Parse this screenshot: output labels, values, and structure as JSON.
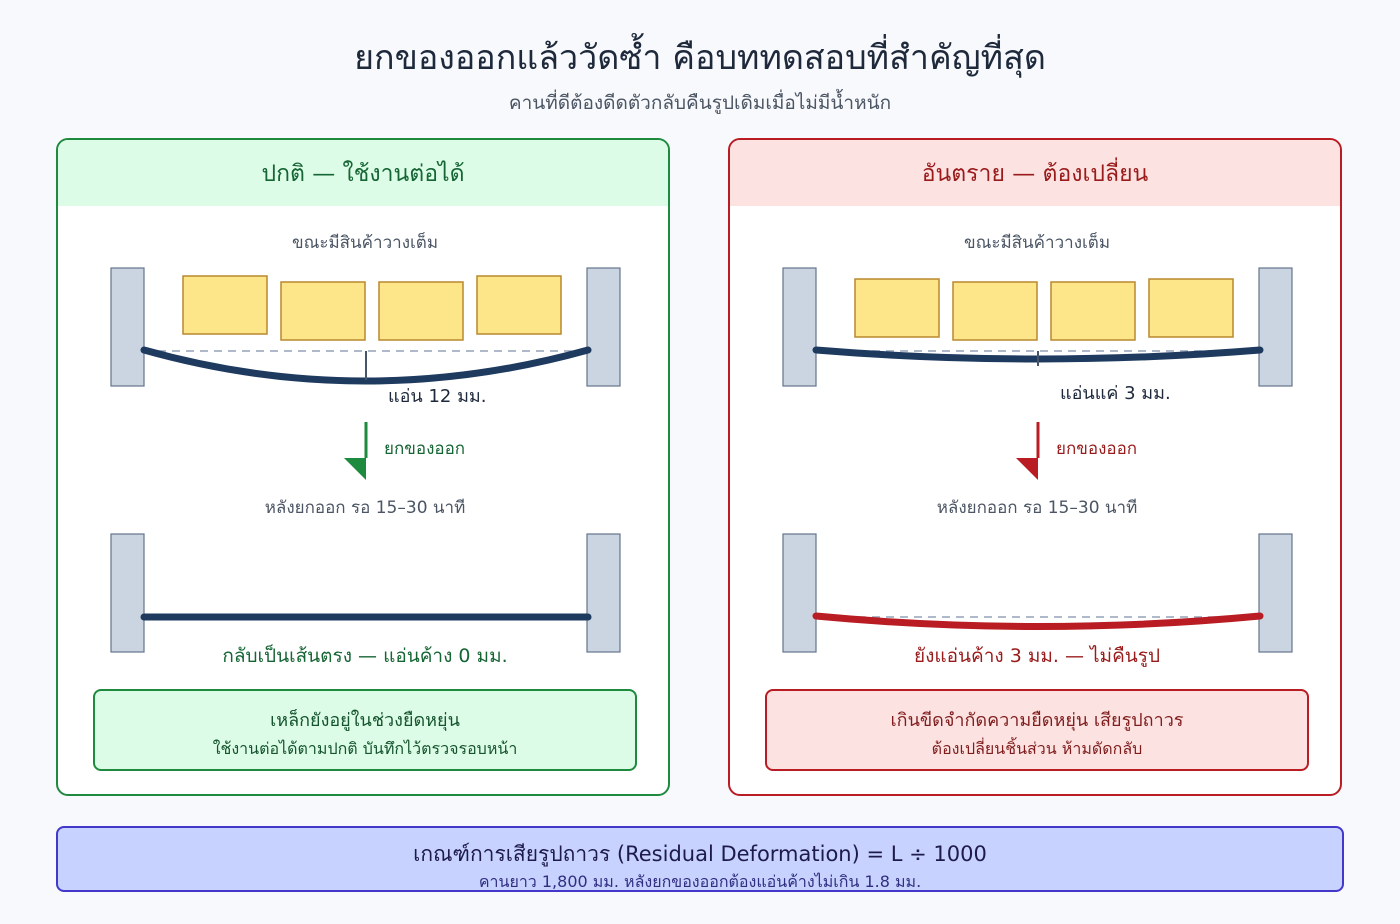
{
  "title": "ยกของออกแล้ววัดซ้ำ คือบททดสอบที่สำคัญที่สุด",
  "subtitle": "คานที่ดีต้องดีดตัวกลับคืนรูปเดิมเมื่อไม่มีน้ำหนัก",
  "panels": {
    "ok": {
      "header": "ปกติ — ใช้งานต่อได้",
      "loaded_label": "ขณะมีสินค้าวางเต็ม",
      "deflection_label": "แอ่น 12 มม.",
      "deflection_mm": 12,
      "arrow_label": "ยกของออก",
      "after_label": "หลังยกออก รอ 15–30 นาที",
      "result_label": "กลับเป็นเส้นตรง — แอ่นค้าง 0 มม.",
      "residual_mm": 0,
      "note_line1": "เหล็กยังอยู่ในช่วงยืดหยุ่น",
      "note_line2": "ใช้งานต่อได้ตามปกติ บันทึกไว้ตรวจรอบหน้า",
      "accent_color": "#1e8a3e"
    },
    "bad": {
      "header": "อันตราย — ต้องเปลี่ยน",
      "loaded_label": "ขณะมีสินค้าวางเต็ม",
      "deflection_label": "แอ่นแค่ 3 มม.",
      "deflection_mm": 3,
      "arrow_label": "ยกของออก",
      "after_label": "หลังยกออก รอ 15–30 นาที",
      "result_label": "ยังแอ่นค้าง 3 มม. — ไม่คืนรูป",
      "residual_mm": 3,
      "note_line1": "เกินขีดจำกัดความยืดหยุ่น เสียรูปถาวร",
      "note_line2": "ต้องเปลี่ยนชิ้นส่วน ห้ามดัดกลับ",
      "accent_color": "#b91c22"
    }
  },
  "criterion": {
    "title": "เกณฑ์การเสียรูปถาวร (Residual Deformation) = L ÷ 1000",
    "detail": "คานยาว 1,800 มม. หลังยกของออกต้องแอ่นค้างไม่เกิน 1.8 มม."
  },
  "colors": {
    "beam": "#1e3a5f",
    "beam_damaged": "#b91c22",
    "upright": "#cbd5e1",
    "box_fill": "#fde68a",
    "box_stroke": "#b8892f"
  }
}
